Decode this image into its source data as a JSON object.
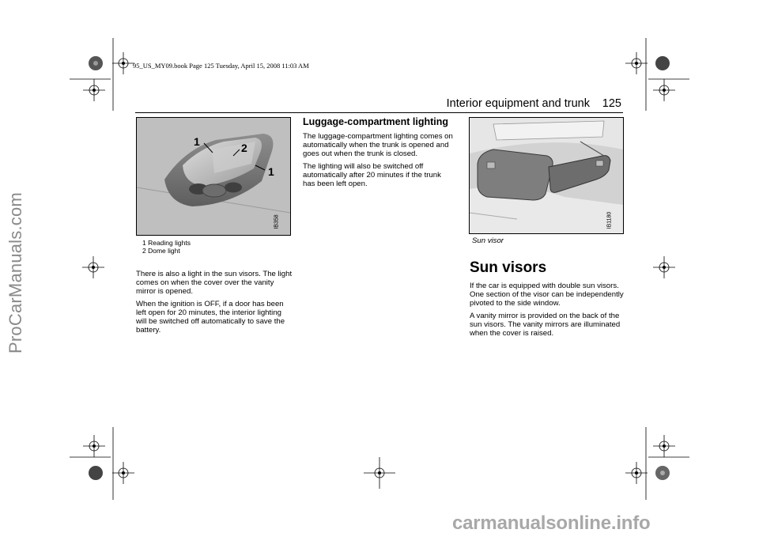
{
  "watermark_side": "ProCarManuals.com",
  "watermark_footer": "carmanualsonline.info",
  "book_stamp": "95_US_MY09.book  Page 125  Tuesday, April 15, 2008  11:03 AM",
  "header": {
    "section": "Interior equipment and trunk",
    "page_number": "125"
  },
  "figure_left": {
    "code": "IB358",
    "callouts": [
      "1",
      "2",
      "1"
    ],
    "legend": [
      "1  Reading lights",
      "2  Dome light"
    ]
  },
  "left_column": {
    "paragraphs": [
      "There is also a light in the sun visors. The light comes on when the cover over the vanity mirror is opened.",
      "When the ignition is OFF, if a door has been left open for 20 minutes, the interior lighting will be switched off automatically to save the battery."
    ]
  },
  "middle_column": {
    "heading": "Luggage-compartment lighting",
    "paragraphs": [
      "The luggage-compartment lighting comes on automatically when the trunk is opened and goes out when the trunk is closed.",
      "The lighting will also be switched off automatically after 20 minutes if the trunk has been left open."
    ]
  },
  "figure_right": {
    "code": "IB1180",
    "caption": "Sun visor"
  },
  "right_column": {
    "heading": "Sun visors",
    "paragraphs": [
      "If the car is equipped with double sun visors. One section of the visor can be independently pivoted to the side window.",
      "A vanity mirror is provided on the back of the sun visors. The vanity mirrors are illuminated when the cover is raised."
    ]
  },
  "colors": {
    "text": "#000000",
    "figure_bg": "#bfbfbf",
    "watermark": "#8a8a8a"
  }
}
